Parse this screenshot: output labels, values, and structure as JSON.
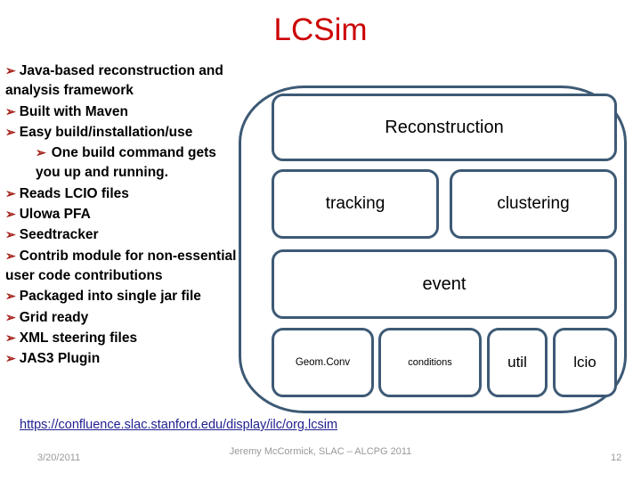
{
  "slide": {
    "title": "LCSim",
    "title_color": "#cc0000",
    "background": "#ffffff"
  },
  "bullets": {
    "marker": "➢",
    "marker_color": "#a52019",
    "items": [
      {
        "level": 1,
        "text": "Java-based reconstruction and analysis framework"
      },
      {
        "level": 1,
        "text": "Built with Maven"
      },
      {
        "level": 1,
        "text": "Easy build/installation/use"
      },
      {
        "level": 2,
        "text": "One build command gets you up and running."
      },
      {
        "level": 1,
        "text": "Reads LCIO files"
      },
      {
        "level": 1,
        "text": "Ulowa PFA"
      },
      {
        "level": 1,
        "text": "Seedtracker"
      },
      {
        "level": 1,
        "text": "Contrib module for non-essential user code contributions"
      },
      {
        "level": 1,
        "text": "Packaged into single jar file"
      },
      {
        "level": 1,
        "text": "Grid ready"
      },
      {
        "level": 1,
        "text": "XML steering files"
      },
      {
        "level": 1,
        "text": "JAS3 Plugin"
      }
    ]
  },
  "diagram": {
    "border_color": "#3d5a75",
    "fill_color": "#ffffff",
    "boxes": {
      "reconstruction": "Reconstruction",
      "tracking": "tracking",
      "clustering": "clustering",
      "event": "event",
      "geomconv": "Geom.Conv",
      "conditions": "conditions",
      "util": "util",
      "lcio": "lcio"
    }
  },
  "footer": {
    "url": "https://confluence.slac.stanford.edu/display/ilc/org.lcsim",
    "url_color": "#1f1f8f",
    "date": "3/20/2011",
    "credit": "Jeremy McCormick, SLAC – ALCPG 2011",
    "page_number": "12"
  }
}
